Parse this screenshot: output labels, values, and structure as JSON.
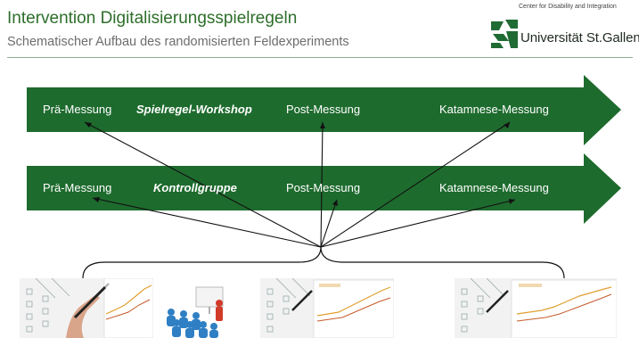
{
  "header": {
    "title": "Intervention Digitalisierungsspielregeln",
    "subtitle": "Schematischer Aufbau des randomisierten Feldexperiments",
    "center_label": "Center for Disability and Integration",
    "university": "Universität St.Gallen"
  },
  "arrows": [
    {
      "steps": [
        "Prä-Messung",
        "Spielregel-Workshop",
        "Post-Messung",
        "Katamnese-Messung"
      ]
    },
    {
      "steps": [
        "Prä-Messung",
        "Kontrollgruppe",
        "Post-Messung",
        "Katamnese-Messung"
      ]
    }
  ],
  "images": [
    {
      "icon": "questionnaire-with-pen-and-chart-icon"
    },
    {
      "icon": "presentation-workshop-people-icon"
    },
    {
      "icon": "questionnaire-with-chart-icon"
    },
    {
      "icon": "questionnaire-with-chart-icon"
    }
  ],
  "colors": {
    "arrow": "#1e6b2e",
    "title": "#2d6e2a",
    "logo": "#1f6b34"
  }
}
